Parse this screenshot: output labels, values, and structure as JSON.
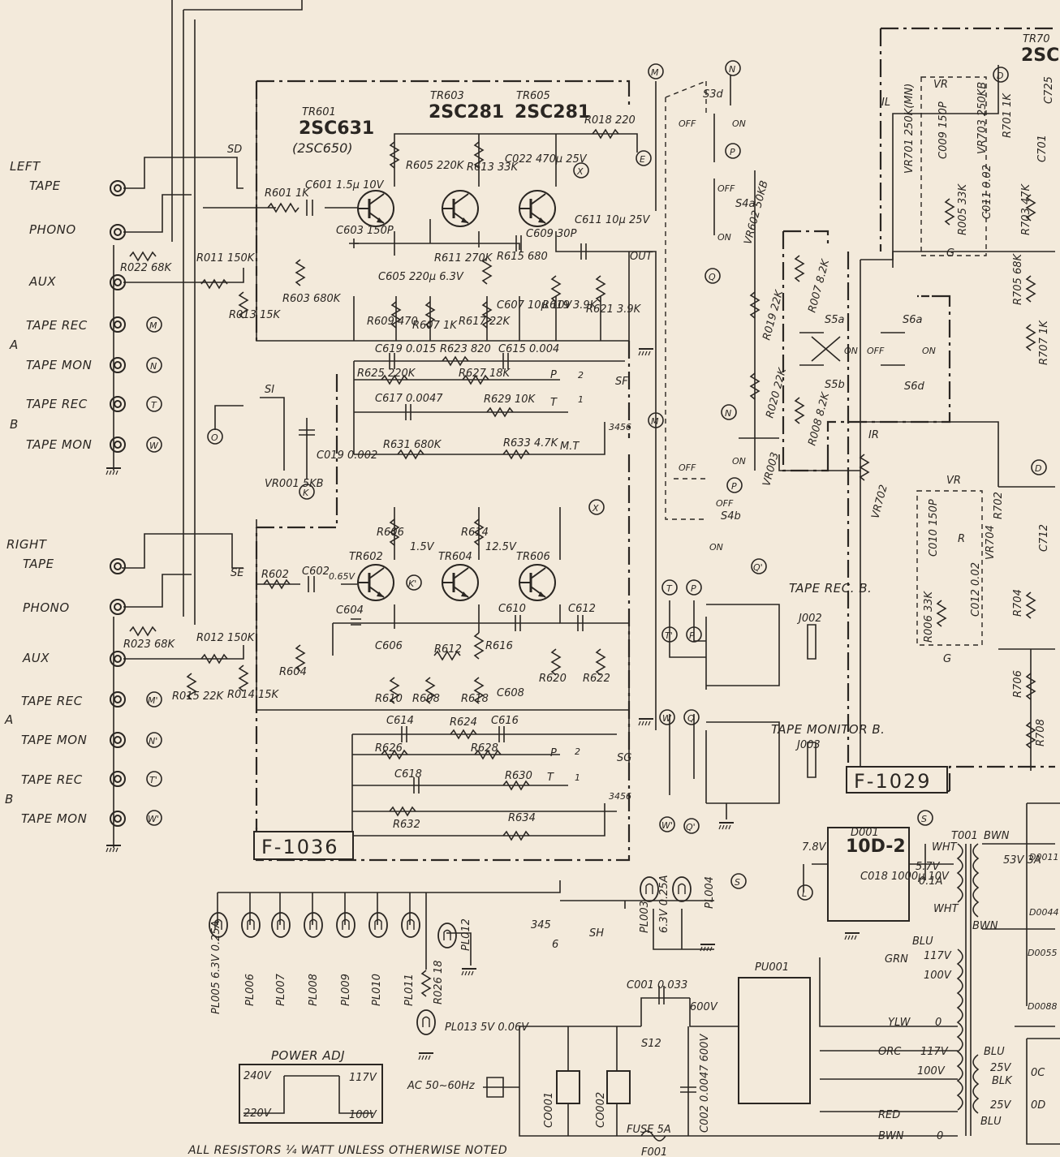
{
  "boards": {
    "f1036": "F-1036",
    "f1029": "F-1029"
  },
  "left": {
    "title1": "LEFT",
    "title2": "TAPE",
    "phono": "PHONO",
    "aux": "AUX",
    "tape_rec": "TAPE REC",
    "tape_mon": "TAPE MON",
    "a": "A",
    "b": "B"
  },
  "right": {
    "title1": "RIGHT",
    "title2": "TAPE",
    "phono": "PHONO",
    "aux": "AUX",
    "tape_rec": "TAPE REC",
    "tape_mon": "TAPE MON",
    "a": "A",
    "b": "B"
  },
  "transistors": {
    "tr601": "TR601",
    "tr601_type": "2SC631",
    "tr601_alt": "(2SC650)",
    "tr603": "TR603",
    "tr603_type": "2SC281",
    "tr605": "TR605",
    "tr605_type": "2SC281",
    "tr602": "TR602",
    "tr604": "TR604",
    "tr606": "TR606",
    "tr70": "TR70",
    "tr70_type": "2SC"
  },
  "components_top": {
    "r601": "R601 1K",
    "c601": "C601 1.5μ 10V",
    "r603": "R603 680K",
    "c603": "C603 150P",
    "c605": "C605 220μ 6.3V",
    "r605": "R605 220K",
    "r613": "R613 33K",
    "c609": "C609 30P",
    "r611": "R611 270K",
    "r615": "R615 680",
    "r617": "R617 22K",
    "c607": "C607 10μ 10V",
    "c022": "C022 470μ 25V",
    "c611": "C611 10μ 25V",
    "r619": "R619 3.9K",
    "r621": "R621 3.9K",
    "r609": "R609 470",
    "r607": "R607 1K",
    "r018": "R018 220",
    "r022": "R022 68K",
    "r011": "R011 150K",
    "r013": "R013 15K",
    "out": "OUT"
  },
  "components_tone": {
    "c619": "C619 0.015",
    "r623": "R623 820",
    "c615": "C615 0.004",
    "r625": "R625 220K",
    "r627": "R627 18K",
    "c617": "C617 0.0047",
    "r629": "R629 10K",
    "r631": "R631 680K",
    "r633": "R633 4.7K",
    "p": "P",
    "t": "T",
    "mt": "M.T",
    "pos2": "2",
    "pos1": "1",
    "pos3456": "3456",
    "sf": "SF",
    "sg": "SG",
    "si": "SI",
    "c019": "C019 0.002",
    "vr001": "VR001 5KB"
  },
  "components_bottom": {
    "r602": "R602",
    "c602": "C602",
    "v065": "0.65V",
    "v15": "1.5V",
    "v125": "12.5V",
    "r606": "R606",
    "r614": "R614",
    "c604": "C604",
    "c606": "C606",
    "r612": "R612",
    "r616": "R616",
    "r610": "R610",
    "r608": "R608",
    "r618": "R618",
    "c608": "C608",
    "r620": "R620",
    "r622": "R622",
    "c610": "C610",
    "c612": "C612",
    "r604": "R604",
    "r023": "R023 68K",
    "r012": "R012 150K",
    "r014": "R014 15K",
    "r015": "R015 22K",
    "c614": "C614",
    "r624": "R624",
    "c616": "C616",
    "r626": "R626",
    "r628": "R628",
    "c618": "C618",
    "r630": "R630",
    "r632": "R632",
    "r634": "R634",
    "se": "SE",
    "sd": "SD"
  },
  "switches": {
    "s3d": "S3d",
    "s4a": "S4a",
    "s4b": "S4b",
    "s5a": "S5a",
    "s5b": "S5b",
    "s6a": "S6a",
    "s6d": "S6d",
    "off": "OFF",
    "on": "ON",
    "vr602": "VR602 50KB",
    "r019": "R019 22K",
    "r020": "R020 22K",
    "r007": "R007 8.2K",
    "r008": "R008 8.2K",
    "vr003": "VR003",
    "vr702": "VR702",
    "ir": "IR",
    "il": "IL"
  },
  "jacks": {
    "rec_title": "TAPE REC. B.",
    "rec_id": "J002",
    "mon_title": "TAPE MONITOR B.",
    "mon_id": "J003"
  },
  "right_board": {
    "vr": "VR",
    "c009": "C009 150P",
    "vr701": "VR701 250K(MN)",
    "vr703": "VR703 250KB",
    "r701": "R701 1K",
    "c725": "C725",
    "r005": "R005 33K",
    "c011": "C011 0.02",
    "r703": "R703 47K",
    "r705": "R705 68K",
    "r707": "R707 1K",
    "g": "G",
    "r": "R",
    "c010": "C010 150P",
    "vr704": "VR704",
    "r702": "R702",
    "r006": "R006 33K",
    "c012": "C012 0.02",
    "r704": "R704",
    "r706": "R706",
    "r708": "R708",
    "c701": "C701",
    "c712": "C712"
  },
  "power": {
    "d001": "D001",
    "d001_type": "10D-2",
    "v78": "7.8V",
    "c018": "C018 1000μ 10V",
    "t001": "T001",
    "wht": "WHT",
    "bwn": "BWN",
    "v57": "5.7V",
    "a01": "0.1A",
    "v53": "53V 3A",
    "d0011": "D0011",
    "d0044": "D0044",
    "d0055": "D0055",
    "d0088": "D0088",
    "blu": "BLU",
    "grn": "GRN",
    "v117": "117V",
    "v100": "100V",
    "ylw": "YLW",
    "zero": "0",
    "orc": "ORC",
    "red": "RED",
    "bwn2": "BWN",
    "blu2": "BLU",
    "v25a": "25V",
    "blk": "BLK",
    "v25b": "25V",
    "oc": "0C",
    "od": "0D",
    "pu001": "PU001",
    "c001": "C001 0.033",
    "v600": "600V",
    "s12": "S12",
    "c002": "C002 0.0047 600V",
    "co001": "CO001",
    "co002": "CO002",
    "ac": "AC 50~60Hz",
    "fuse": "FUSE 5A",
    "f001": "F001",
    "sh": "SH",
    "pl003": "PL003",
    "pl003_rating": "6.3V 0.25A",
    "pl004": "PL004",
    "pl005": "PL005 6.3V 0.25A",
    "pl006": "PL006",
    "pl007": "PL007",
    "pl008": "PL008",
    "pl009": "PL009",
    "pl010": "PL010",
    "pl011": "PL011",
    "pl012": "PL012",
    "r026": "R026 18",
    "pl013": "PL013 5V 0.06V",
    "pos345": "345",
    "pos6": "6"
  },
  "power_adj": {
    "title": "POWER ADJ",
    "v240": "240V",
    "v117": "117V",
    "v220": "220V",
    "v100": "100V"
  },
  "connectors": {
    "M": "M",
    "N": "N",
    "T": "T",
    "W": "W",
    "O": "O",
    "K": "K",
    "X": "X",
    "E": "E",
    "P": "P",
    "Q": "Q",
    "S": "S",
    "L": "L",
    "D": "D",
    "Mp": "M'",
    "Np": "N'",
    "Tp": "T'",
    "Wp": "W'",
    "Qp": "Q'",
    "Kp": "K'"
  },
  "footer": "ALL RESISTORS ¼ WATT UNLESS OTHERWISE NOTED"
}
